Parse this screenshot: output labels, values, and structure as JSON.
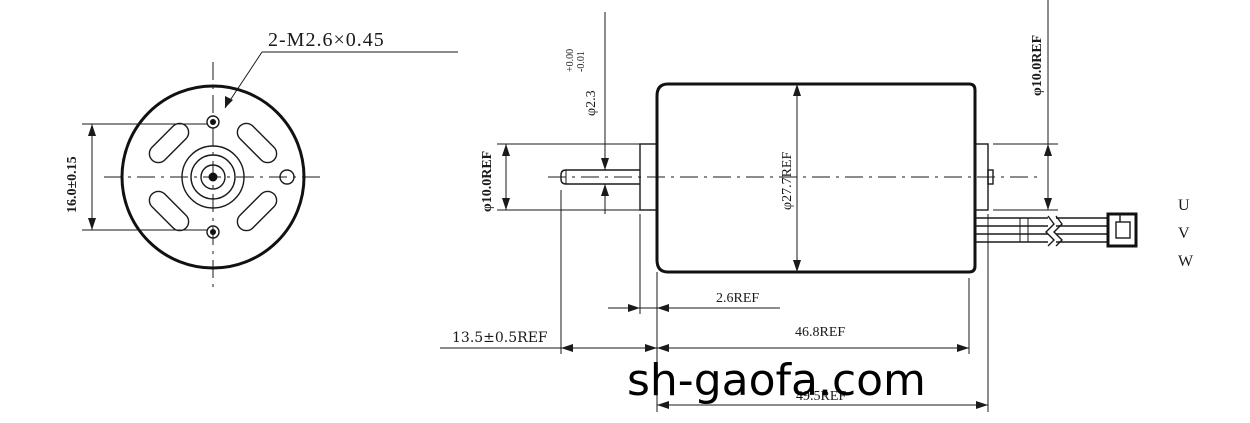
{
  "front_view": {
    "thread_callout": "2-M2.6×0.45",
    "hole_spacing": "16.0±0.15"
  },
  "side_view": {
    "shaft_dia_main": "φ2.3",
    "shaft_tol_upper": "+0.00",
    "shaft_tol_lower": "-0.01",
    "boss_dia_front": "φ10.0REF",
    "body_dia": "φ27.7REF",
    "boss_dia_rear": "φ10.0REF",
    "boss_len": "2.6REF",
    "shaft_len": "13.5±0.5REF",
    "body_len": "46.8REF",
    "total_len": "49.5REF"
  },
  "phases": [
    "U",
    "V",
    "W"
  ],
  "watermark": "sh-gaofa.com"
}
